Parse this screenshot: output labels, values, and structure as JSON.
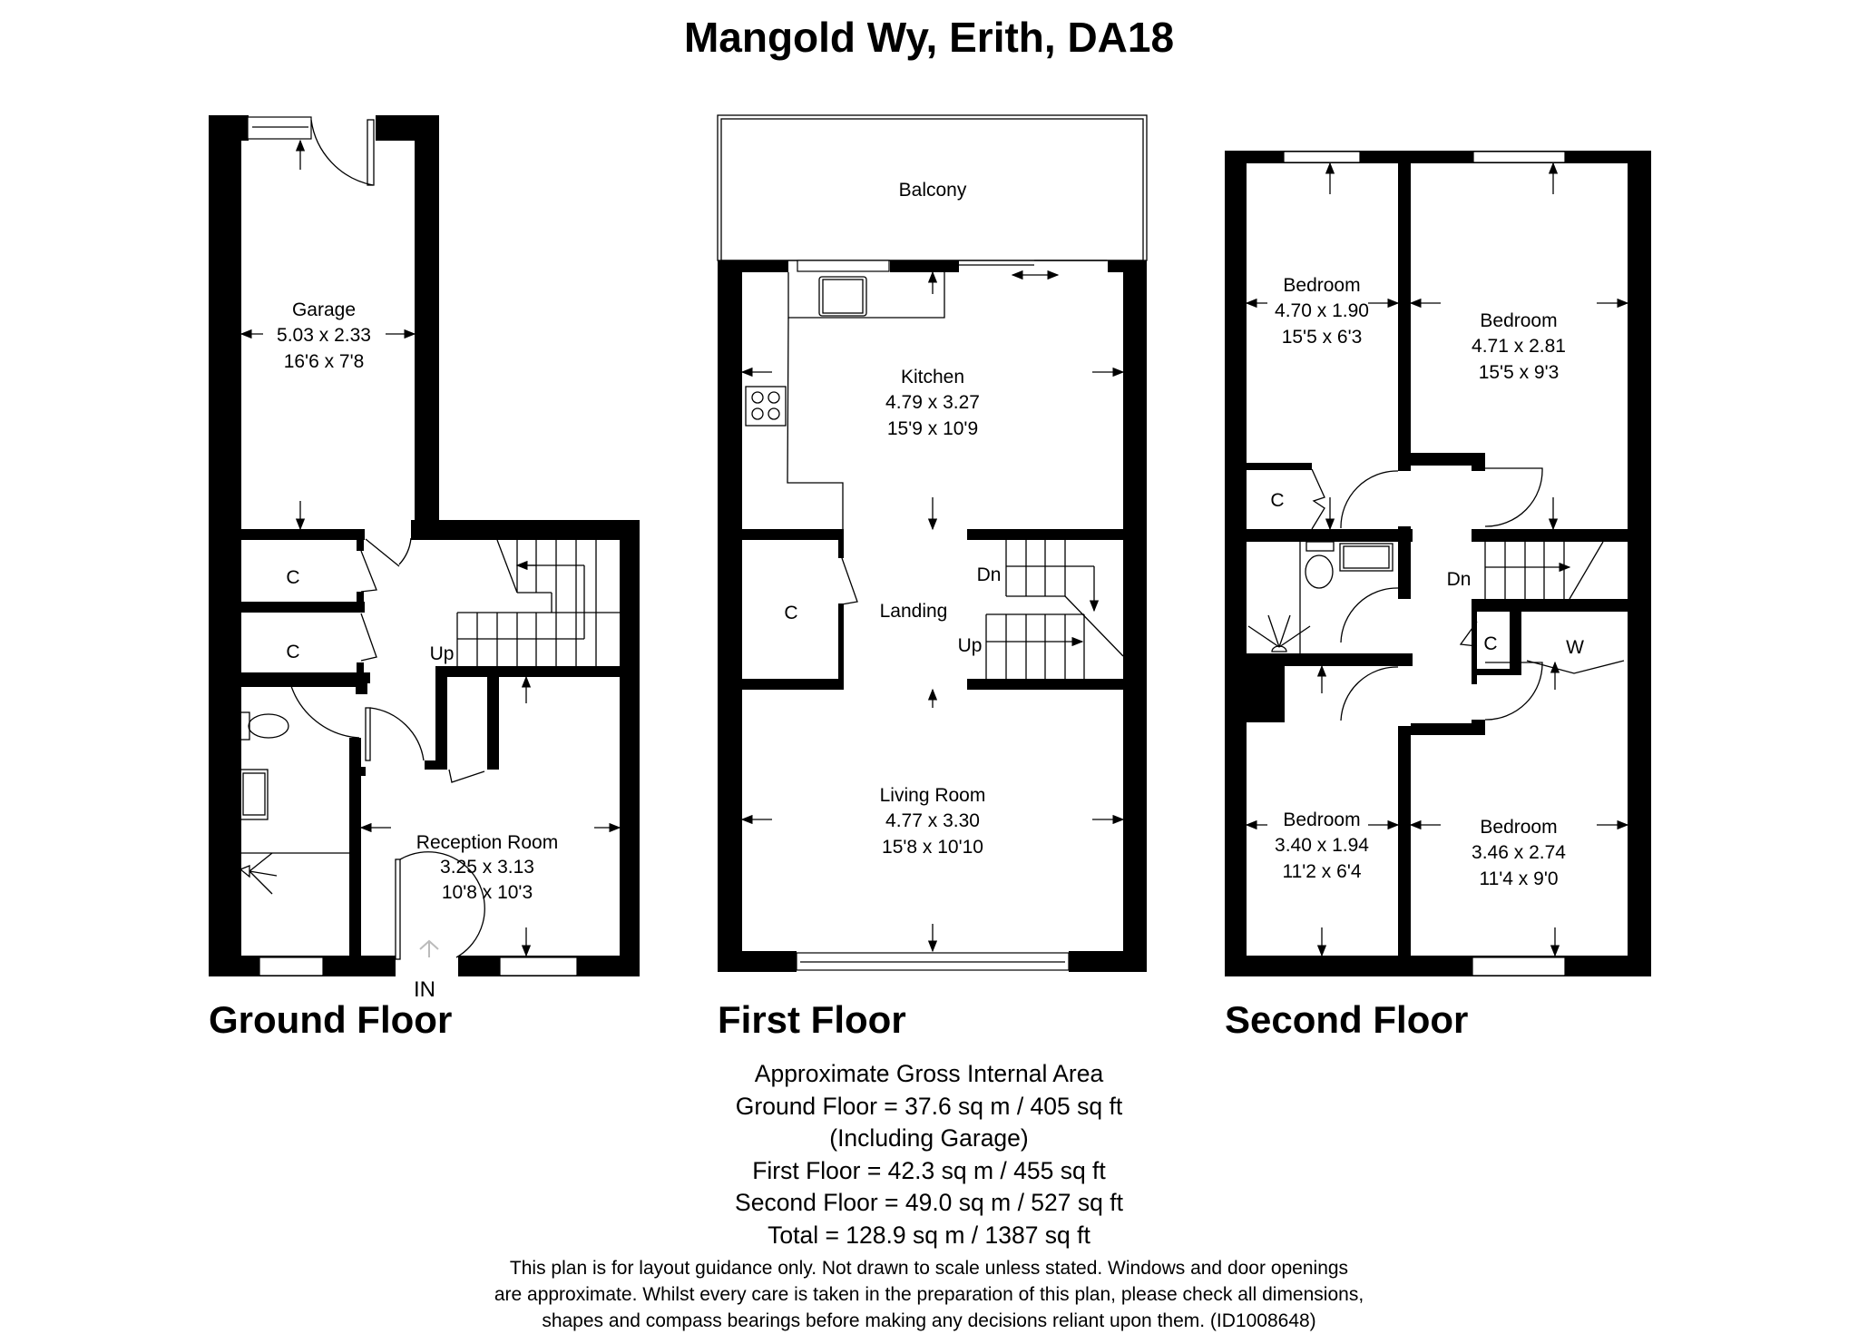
{
  "title": "Mangold Wy, Erith, DA18",
  "floors": [
    {
      "name": "Ground Floor",
      "rooms": [
        {
          "name": "Garage",
          "metric": "5.03 x 2.33",
          "imperial": "16'6 x 7'8"
        },
        {
          "name": "Reception Room",
          "metric": "3.25 x 3.13",
          "imperial": "10'8 x 10'3"
        }
      ],
      "labels": {
        "cupboard_1": "C",
        "cupboard_2": "C",
        "stairs_up": "Up",
        "entrance": "IN"
      }
    },
    {
      "name": "First Floor",
      "rooms": [
        {
          "name": "Balcony"
        },
        {
          "name": "Kitchen",
          "metric": "4.79 x 3.27",
          "imperial": "15'9 x 10'9"
        },
        {
          "name": "Landing"
        },
        {
          "name": "Living Room",
          "metric": "4.77 x 3.30",
          "imperial": "15'8 x 10'10"
        }
      ],
      "labels": {
        "cupboard": "C",
        "stairs_down": "Dn",
        "stairs_up": "Up"
      }
    },
    {
      "name": "Second Floor",
      "rooms": [
        {
          "name": "Bedroom",
          "metric": "4.70 x 1.90",
          "imperial": "15'5 x 6'3"
        },
        {
          "name": "Bedroom",
          "metric": "4.71 x 2.81",
          "imperial": "15'5 x 9'3"
        },
        {
          "name": "Bedroom",
          "metric": "3.40 x 1.94",
          "imperial": "11'2 x 6'4"
        },
        {
          "name": "Bedroom",
          "metric": "3.46 x 2.74",
          "imperial": "11'4 x 9'0"
        }
      ],
      "labels": {
        "cupboard_1": "C",
        "cupboard_2": "C",
        "wardrobe": "W",
        "stairs_down": "Dn"
      }
    }
  ],
  "area_summary": {
    "heading": "Approximate Gross Internal Area",
    "ground": "Ground Floor = 37.6 sq m / 405 sq ft",
    "ground_note": "(Including Garage)",
    "first": "First Floor = 42.3 sq m / 455 sq ft",
    "second": "Second Floor = 49.0 sq m / 527 sq ft",
    "total": "Total = 128.9 sq m / 1387 sq ft"
  },
  "disclaimer": {
    "line1": "This plan is for layout guidance only. Not drawn to scale unless stated. Windows and door openings",
    "line2": "are approximate. Whilst every care is taken in the preparation of this plan, please check all dimensions,",
    "line3": "shapes and compass bearings before making any decisions reliant upon them. (ID1008648)"
  },
  "colors": {
    "wall": "#000000",
    "background": "#ffffff"
  }
}
